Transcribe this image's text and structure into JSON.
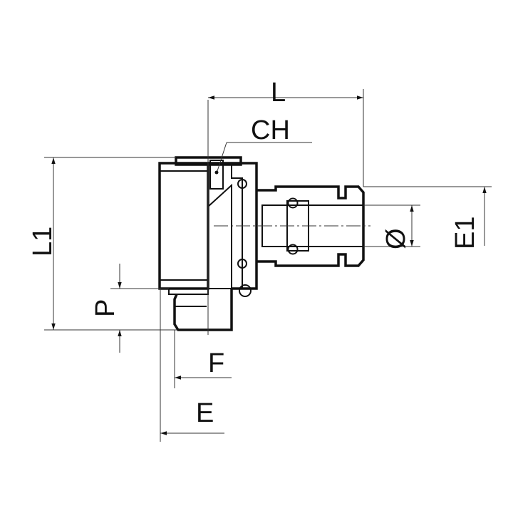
{
  "drawing": {
    "labels": {
      "L": "L",
      "CH": "CH",
      "L1": "L1",
      "diameter": "Ø",
      "E1": "E1",
      "P": "P",
      "F": "F",
      "E": "E"
    },
    "colors": {
      "line": "#111111",
      "hatch": "#555555",
      "background": "#ffffff"
    }
  }
}
